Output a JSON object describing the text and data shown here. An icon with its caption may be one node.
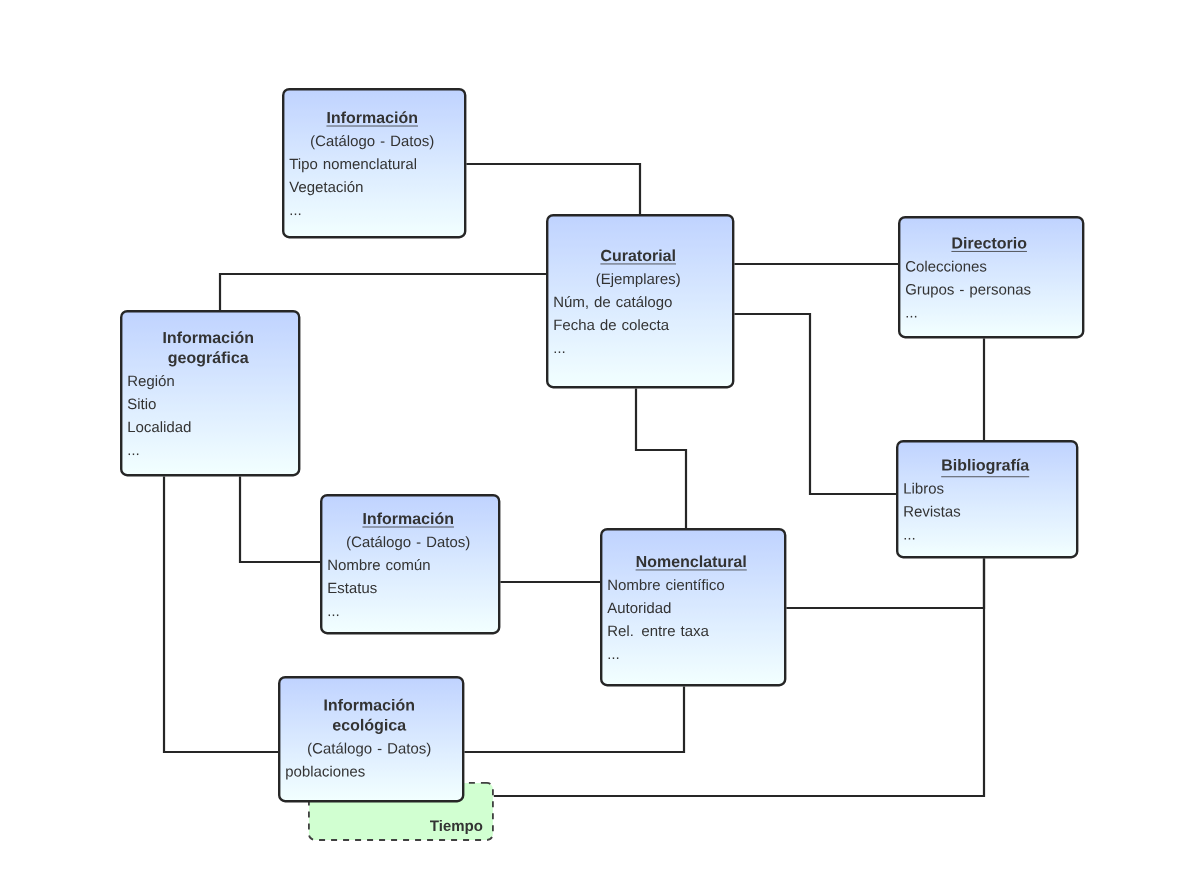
{
  "diagram": {
    "nodes": [
      {
        "text": [
          "Información",
          "(Catálogo - Datos)",
          "Tipo nomenclatural",
          "Vegetación",
          "..."
        ]
      },
      {
        "text": [
          "Curatorial",
          "(Ejemplares)",
          "Núm, de catálogo",
          "Fecha de colecta",
          "..."
        ]
      },
      {
        "text": [
          "Directorio",
          "Colecciones",
          "Grupos - personas",
          "..."
        ]
      },
      {
        "text": [
          "Información geográfica",
          "Región",
          "Sitio",
          "Localidad",
          "..."
        ]
      },
      {
        "text": [
          "Bibliografía",
          "Libros",
          "Revistas",
          "..."
        ]
      },
      {
        "text": [
          "Información",
          "(Catálogo - Datos)",
          "Nombre común",
          "Estatus",
          "..."
        ]
      },
      {
        "text": [
          "Nomenclatural",
          "Nombre científico",
          "Autoridad",
          "Rel. entre taxa",
          "..."
        ]
      },
      {
        "text": [
          "Información ecológica",
          "(Catálogo - Datos)",
          "poblaciones"
        ]
      },
      {
        "text": [
          "Tiempo"
        ]
      }
    ],
    "edges": [
      {
        "from": 0,
        "to": 1,
        "arrow": "none"
      },
      {
        "from": 1,
        "to": 3,
        "arrow": "none"
      },
      {
        "from": 1,
        "to": 2,
        "arrow": "none"
      },
      {
        "from": 1,
        "to": 4,
        "arrow": "none"
      },
      {
        "from": 1,
        "to": 6,
        "arrow": "none"
      },
      {
        "from": 2,
        "to": 4,
        "arrow": "none"
      },
      {
        "from": 3,
        "to": 5,
        "arrow": "none"
      },
      {
        "from": 3,
        "to": 7,
        "arrow": "none"
      },
      {
        "from": 5,
        "to": 6,
        "arrow": "none"
      },
      {
        "from": 6,
        "to": 4,
        "arrow": "none"
      },
      {
        "from": 7,
        "to": 6,
        "arrow": "none"
      },
      {
        "from": 8,
        "to": 4,
        "arrow": "none"
      }
    ]
  }
}
